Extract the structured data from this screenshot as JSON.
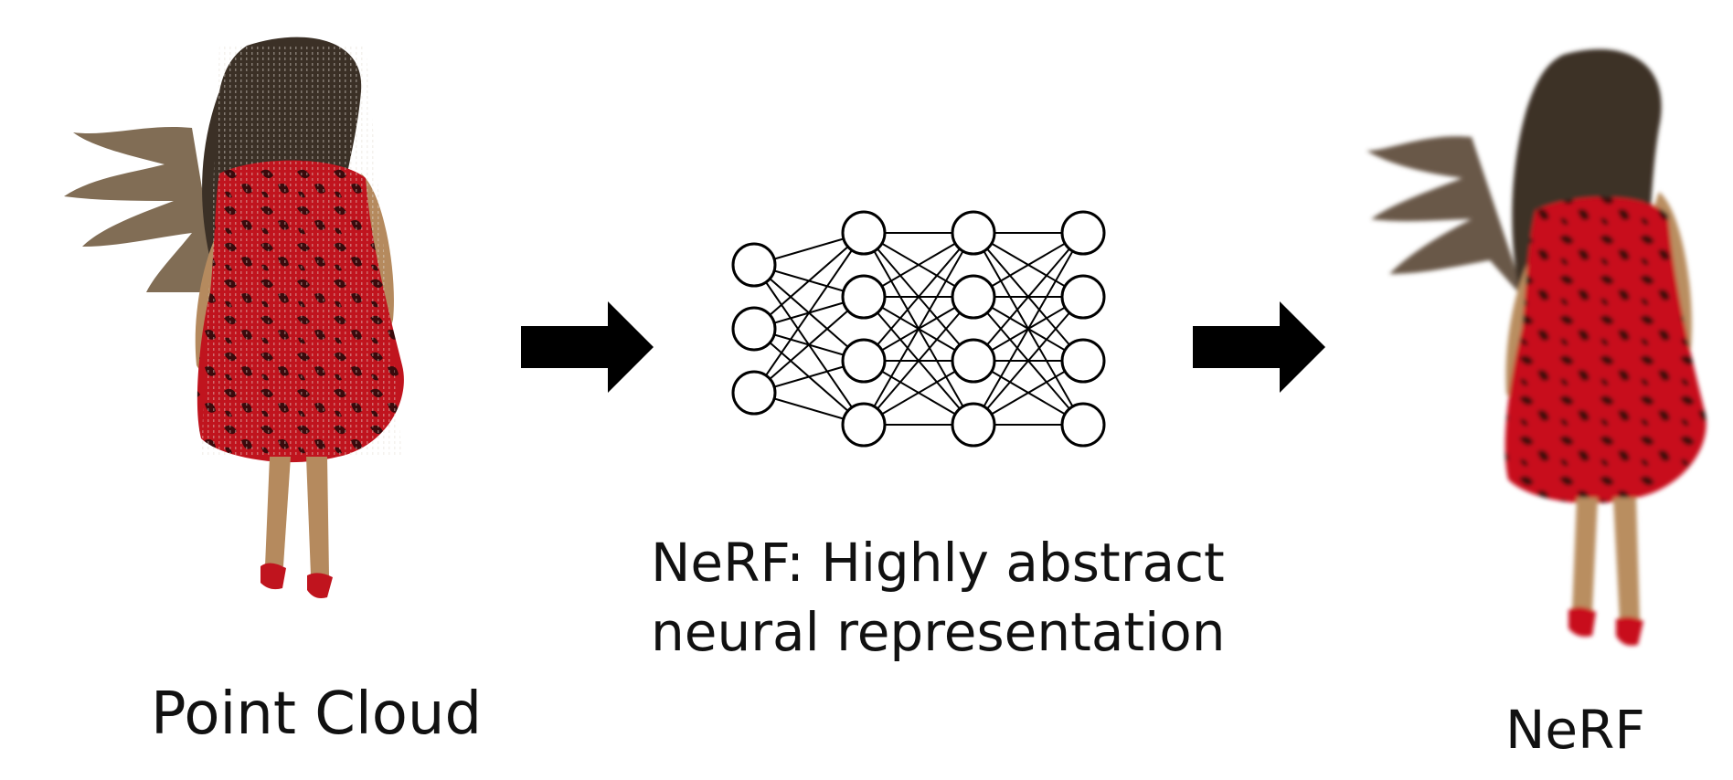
{
  "stages": [
    {
      "id": "point-cloud",
      "label": "Point Cloud"
    },
    {
      "id": "network",
      "caption_line1": "NeRF: Highly abstract",
      "caption_line2": "neural representation"
    },
    {
      "id": "nerf",
      "label": "NeRF"
    }
  ],
  "network": {
    "layers": [
      3,
      4,
      4,
      4
    ]
  },
  "colors": {
    "dress": "#c0141e",
    "dress_dark": "#3a0a0c",
    "skin": "#b58a5e",
    "hair": "#3b3026",
    "arrow": "#000000"
  }
}
